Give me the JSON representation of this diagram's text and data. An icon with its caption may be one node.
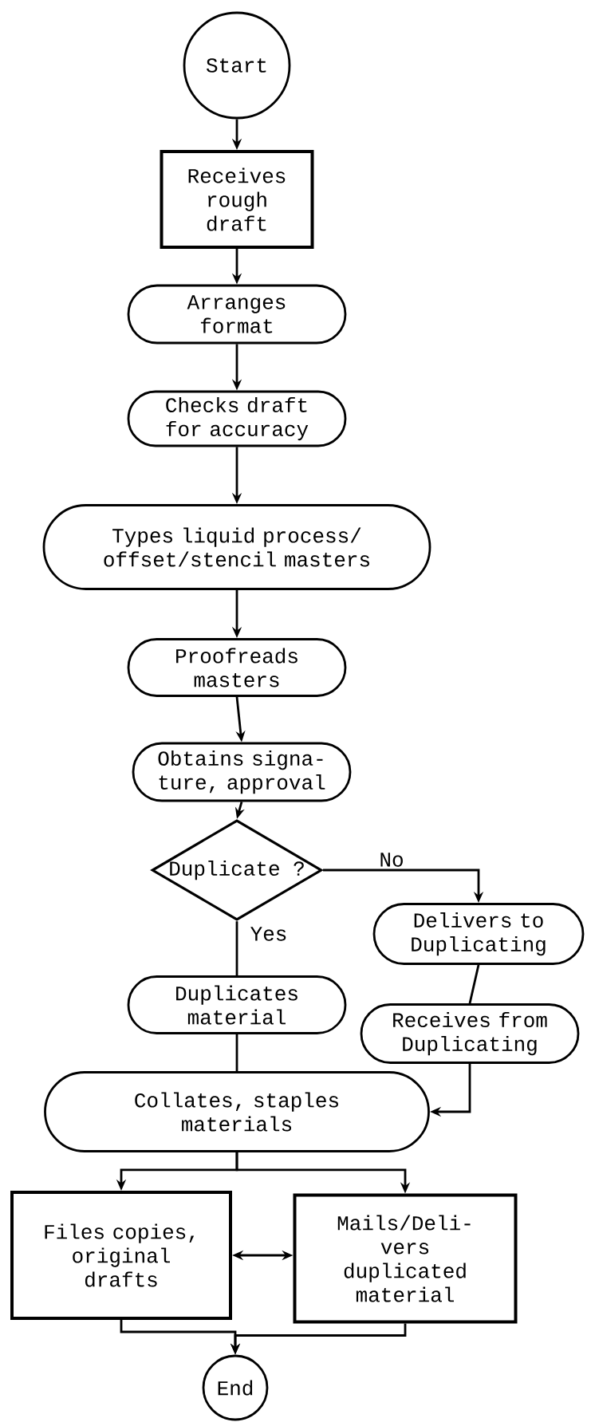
{
  "diagram": {
    "nodes": [
      {
        "text": [
          "Start"
        ]
      },
      {
        "text": [
          "Receives rough draft"
        ]
      },
      {
        "text": [
          "Arranges format"
        ]
      },
      {
        "text": [
          "Checks draft for accuracy"
        ]
      },
      {
        "text": [
          "Types liquid process/ offset/stencil masters"
        ]
      },
      {
        "text": [
          "Proofreads masters"
        ]
      },
      {
        "text": [
          "Obtains signa- ture, approval"
        ]
      },
      {
        "text": [
          "Duplicate ?"
        ]
      },
      {
        "text": [
          "Delivers to Duplicating"
        ]
      },
      {
        "text": [
          "Duplicates material"
        ]
      },
      {
        "text": [
          "Receives from Duplicating"
        ]
      },
      {
        "text": [
          "Collates, staples materials"
        ]
      },
      {
        "text": [
          "Files copies, original drafts"
        ]
      },
      {
        "text": [
          "Mails/Deli- vers duplicated material"
        ]
      },
      {
        "text": [
          "End"
        ]
      }
    ],
    "edges": [
      {
        "from": 0,
        "to": 1,
        "arrow": "to"
      },
      {
        "from": 1,
        "to": 2,
        "arrow": "to"
      },
      {
        "from": 2,
        "to": 3,
        "arrow": "to"
      },
      {
        "from": 3,
        "to": 4,
        "arrow": "to"
      },
      {
        "from": 4,
        "to": 5,
        "arrow": "to"
      },
      {
        "from": 5,
        "to": 6,
        "arrow": "to"
      },
      {
        "from": 6,
        "to": 7,
        "arrow": "to"
      },
      {
        "from": 7,
        "to": 8,
        "arrow": "to",
        "label": "No"
      },
      {
        "from": 7,
        "to": 9,
        "arrow": "none",
        "label": "Yes"
      },
      {
        "from": 8,
        "to": 10,
        "arrow": "none"
      },
      {
        "from": 9,
        "to": 11,
        "arrow": "none"
      },
      {
        "from": 10,
        "to": 11,
        "arrow": "to"
      },
      {
        "from": 11,
        "to": 12,
        "arrow": "to"
      },
      {
        "from": 11,
        "to": 13,
        "arrow": "to"
      },
      {
        "from": 12,
        "to": 13,
        "arrow": "both"
      },
      {
        "from": 12,
        "to": 14,
        "arrow": "to"
      },
      {
        "from": 13,
        "to": 14,
        "arrow": "to"
      }
    ]
  }
}
